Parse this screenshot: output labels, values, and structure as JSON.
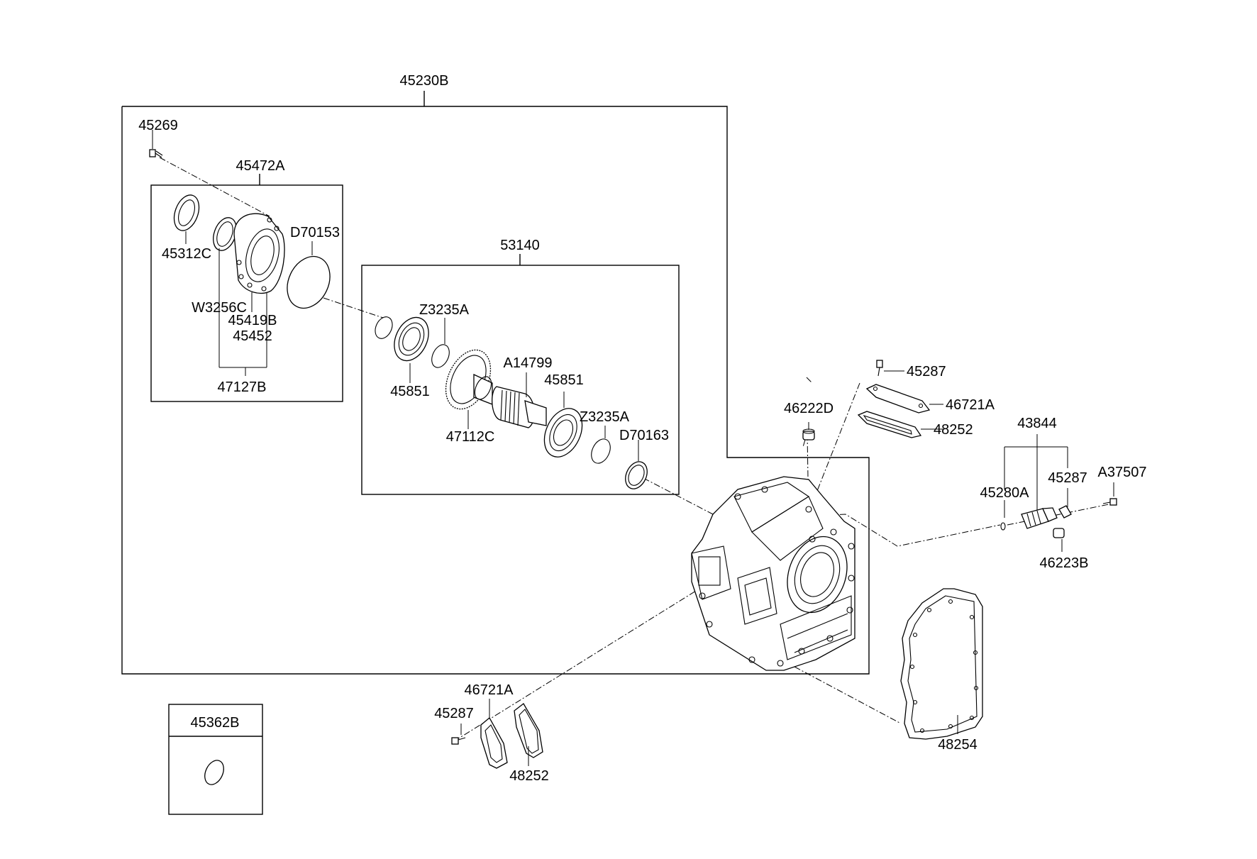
{
  "labels": {
    "assy_45230B": "45230B",
    "bolt_45269": "45269",
    "pump_45472A": "45472A",
    "seal_45312C": "45312C",
    "oring_D70153": "D70153",
    "washer_W3256C": "W3256C",
    "gear_45419B": "45419B",
    "gear_45452": "45452",
    "kit_47127B": "47127B",
    "assy_53140": "53140",
    "ring_Z3235A_1": "Z3235A",
    "bearing_45851_1": "45851",
    "shaft_A14799": "A14799",
    "bearing_45851_2": "45851",
    "gear_47112C": "47112C",
    "ring_Z3235A_2": "Z3235A",
    "oring_D70163": "D70163",
    "bolt_45287_top": "45287",
    "cover_46721A_top": "46721A",
    "gasket_48252_top": "48252",
    "plug_46222D": "46222D",
    "sensor_43844": "43844",
    "oring_45280A": "45280A",
    "bolt_45287_right": "45287",
    "bolt_A37507": "A37507",
    "plug_46223B": "46223B",
    "cover_46721A_bottom": "46721A",
    "bolt_45287_bottom": "45287",
    "gasket_48252_bottom": "48252",
    "gasket_48254": "48254",
    "kit_45362B": "45362B"
  }
}
